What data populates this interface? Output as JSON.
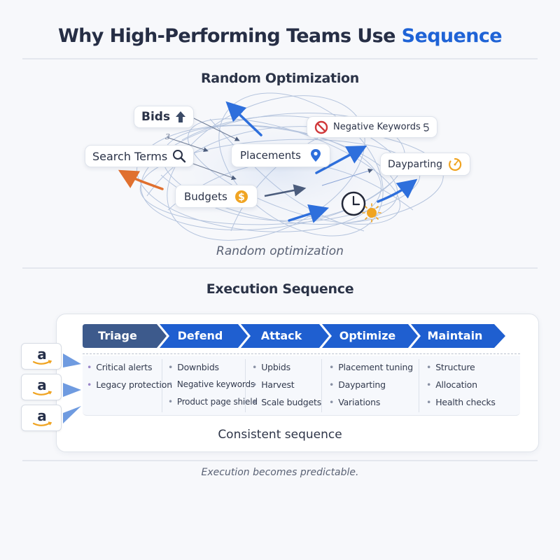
{
  "header": {
    "title_prefix": "Why High-Performing Teams Use ",
    "title_accent": "Sequence",
    "accent_color": "#1f63d6"
  },
  "random_section": {
    "title": "Random Optimization",
    "caption": "Random optimization",
    "stray_mark": "3",
    "nodes": [
      {
        "label": "Bids",
        "icon": "arrow-up-icon"
      },
      {
        "label": "Search Terms",
        "icon": "search-icon"
      },
      {
        "label": "Placements",
        "icon": "map-pin-icon"
      },
      {
        "label": "Negative Keywords",
        "icon": "no-entry-icon",
        "suffix_icon": "refresh-icon"
      },
      {
        "label": "Budgets",
        "icon": "dollar-coin-icon"
      },
      {
        "label": "Dayparting",
        "icon": "timer-icon"
      }
    ],
    "extra_icons": [
      "clock-icon",
      "sun-icon"
    ]
  },
  "sequence_section": {
    "title": "Execution Sequence",
    "caption": "Consistent sequence",
    "steps": [
      {
        "label": "Triage",
        "items": [
          "Critical alerts",
          "Legacy protection"
        ]
      },
      {
        "label": "Defend",
        "items": [
          "Downbids",
          "Negative keywords",
          "Product page shield"
        ]
      },
      {
        "label": "Attack",
        "items": [
          "Upbids",
          "Harvest",
          "Scale budgets"
        ]
      },
      {
        "label": "Optimize",
        "items": [
          "Placement tuning",
          "Dayparting",
          "Variations"
        ]
      },
      {
        "label": "Maintain",
        "items": [
          "Structure",
          "Allocation",
          "Health checks"
        ]
      }
    ],
    "colors": {
      "triage": "#3d5a8c",
      "steps": "#1f5fd0"
    },
    "sources": [
      "amazon-logo",
      "amazon-logo",
      "amazon-logo"
    ]
  },
  "footer": {
    "text": "Execution becomes predictable."
  }
}
